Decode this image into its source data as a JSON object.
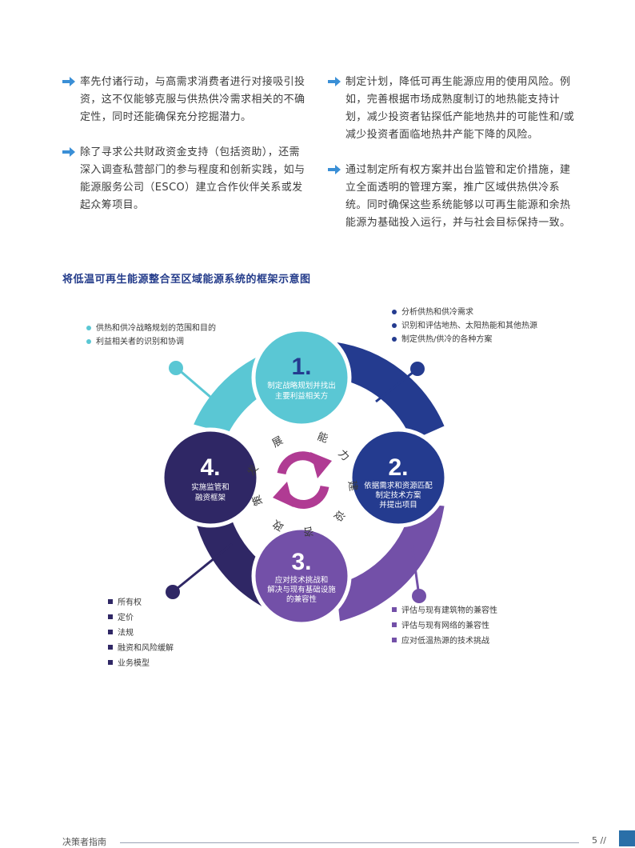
{
  "bullets_left": [
    "率先付诸行动，与高需求消费者进行对接吸引投资，这不仅能够克服与供热供冷需求相关的不确定性，同时还能确保充分挖掘潜力。",
    "除了寻求公共财政资金支持（包括资助），还需深入调查私营部门的参与程度和创新实践，如与能源服务公司（ESCO）建立合作伙伴关系或发起众筹项目。"
  ],
  "bullets_right": [
    "制定计划，降低可再生能源应用的使用风险。例如，完善根据市场成熟度制订的地热能支持计划，减少投资者钻探低产能地热井的可能性和/或减少投资者面临地热井产能下降的风险。",
    "通过制定所有权方案并出台监管和定价措施，建立全面透明的管理方案，推广区域供热供冷系统。同时确保这些系统能够以可再生能源和余热能源为基础投入运行，并与社会目标保持一致。"
  ],
  "section_title": "将低温可再生能源整合至区域能源系统的框架示意图",
  "steps": [
    {
      "num": "1.",
      "lines": [
        "制定战略规划并找出",
        "主要利益相关方"
      ],
      "color": "#5ac7d4"
    },
    {
      "num": "2.",
      "lines": [
        "依据需求和资源匹配",
        "制定技术方案",
        "并提出项目"
      ],
      "color": "#243b8f"
    },
    {
      "num": "3.",
      "lines": [
        "应对技术挑战和",
        "解决与现有基础设施",
        "的兼容性"
      ],
      "color": "#7350a8"
    },
    {
      "num": "4.",
      "lines": [
        "实施监管和",
        "融资框架"
      ],
      "color": "#2f2765"
    }
  ],
  "center_chars": [
    "发",
    "展",
    "能",
    "力",
    "建",
    "设",
    "咨",
    "政",
    "策"
  ],
  "ann_topleft": [
    "供热和供冷战略规划的范围和目的",
    "利益相关者的识别和协调"
  ],
  "ann_topright": [
    "分析供热和供冷需求",
    "识别和评估地热、太阳热能和其他热源",
    "制定供热/供冷的各种方案"
  ],
  "ann_bottomleft": [
    "所有权",
    "定价",
    "法规",
    "融资和风险缓解",
    "业务模型"
  ],
  "ann_bottomright": [
    "评估与现有建筑物的兼容性",
    "评估与现有网络的兼容性",
    "应对低温热源的技术挑战"
  ],
  "colors": {
    "teal": "#5ac7d4",
    "blue": "#243b8f",
    "purple": "#7350a8",
    "dark": "#2f2765",
    "magenta": "#b03b93",
    "arrow": "#3a8fd6",
    "title": "#233b8a"
  },
  "footer": {
    "left": "决策者指南",
    "page": "5 //"
  }
}
